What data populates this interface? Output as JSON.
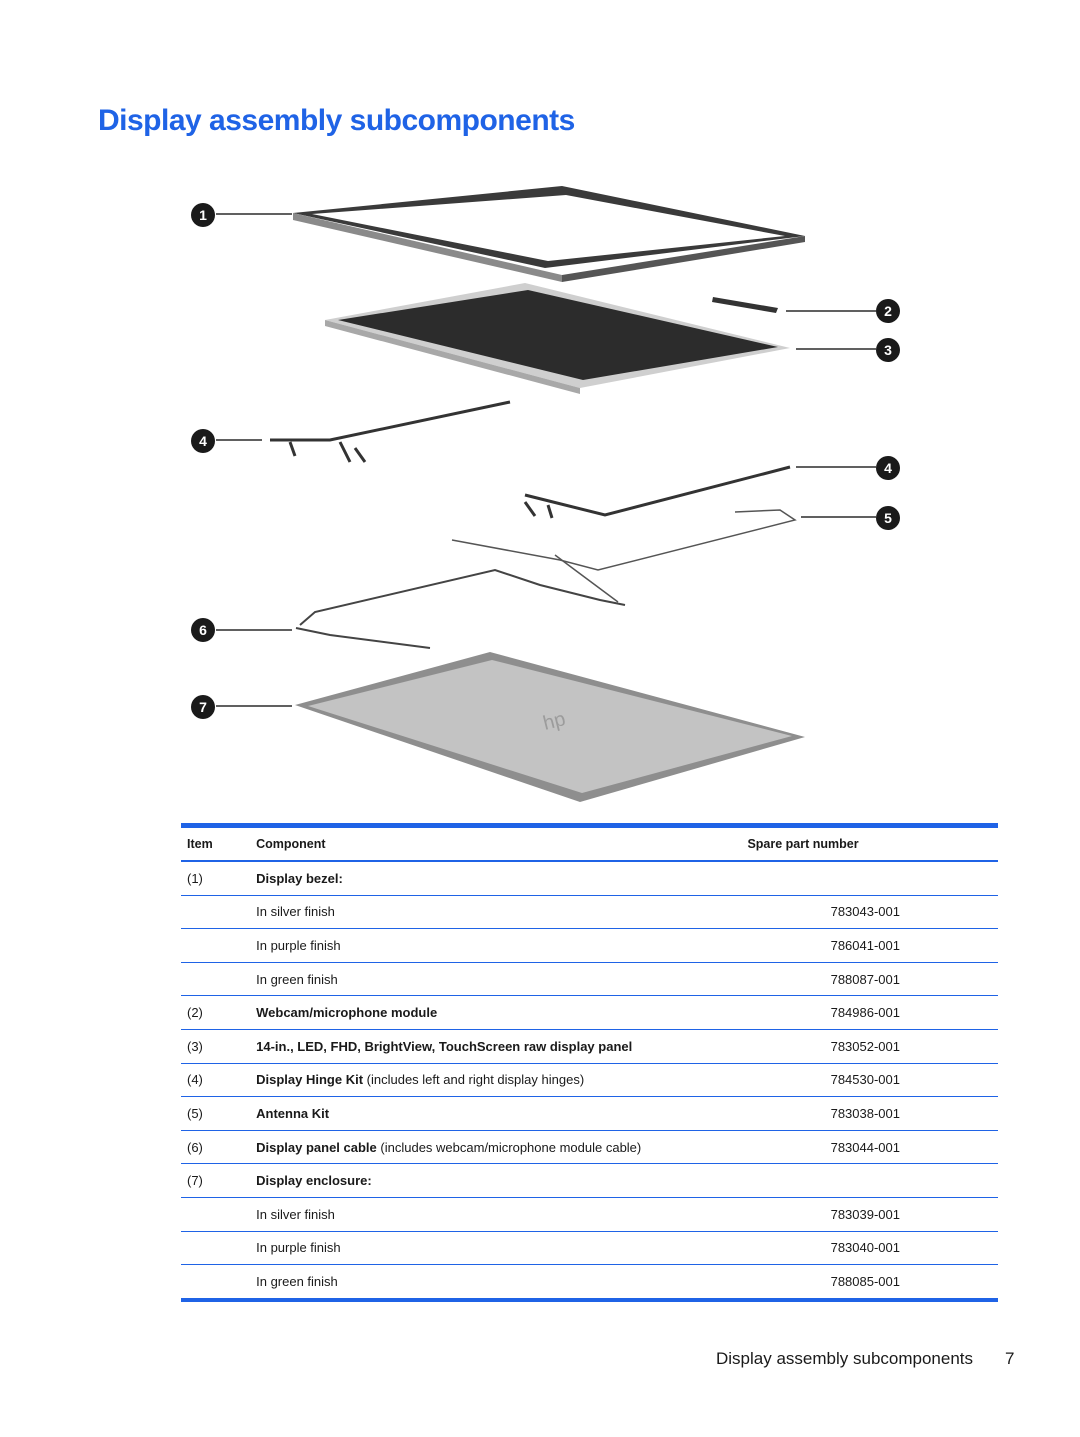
{
  "page": {
    "title": "Display assembly subcomponents",
    "footer_section": "Display assembly subcomponents",
    "footer_page_number": "7"
  },
  "diagram": {
    "callouts": [
      "1",
      "2",
      "3",
      "4",
      "4",
      "5",
      "6",
      "7"
    ]
  },
  "table": {
    "headers": {
      "item": "Item",
      "component": "Component",
      "spare": "Spare part number"
    },
    "rows": [
      {
        "item": "(1)",
        "component": "Display bezel:",
        "note": "",
        "spare": ""
      },
      {
        "item": "",
        "component": "In silver finish",
        "note": "",
        "spare": "783043-001"
      },
      {
        "item": "",
        "component": "In purple finish",
        "note": "",
        "spare": "786041-001"
      },
      {
        "item": "",
        "component": "In green finish",
        "note": "",
        "spare": "788087-001"
      },
      {
        "item": "(2)",
        "component": "Webcam/microphone module",
        "note": "",
        "spare": "784986-001"
      },
      {
        "item": "(3)",
        "component": "14-in., LED, FHD, BrightView, TouchScreen raw display panel",
        "note": "",
        "spare": "783052-001"
      },
      {
        "item": "(4)",
        "component": "Display Hinge Kit",
        "note": " (includes left and right display hinges)",
        "spare": "784530-001"
      },
      {
        "item": "(5)",
        "component": "Antenna Kit",
        "note": "",
        "spare": "783038-001"
      },
      {
        "item": "(6)",
        "component": "Display panel cable",
        "note": " (includes webcam/microphone module cable)",
        "spare": "783044-001"
      },
      {
        "item": "(7)",
        "component": "Display enclosure:",
        "note": "",
        "spare": ""
      },
      {
        "item": "",
        "component": "In silver finish",
        "note": "",
        "spare": "783039-001"
      },
      {
        "item": "",
        "component": "In purple finish",
        "note": "",
        "spare": "783040-001"
      },
      {
        "item": "",
        "component": "In green finish",
        "note": "",
        "spare": "788085-001"
      }
    ]
  }
}
